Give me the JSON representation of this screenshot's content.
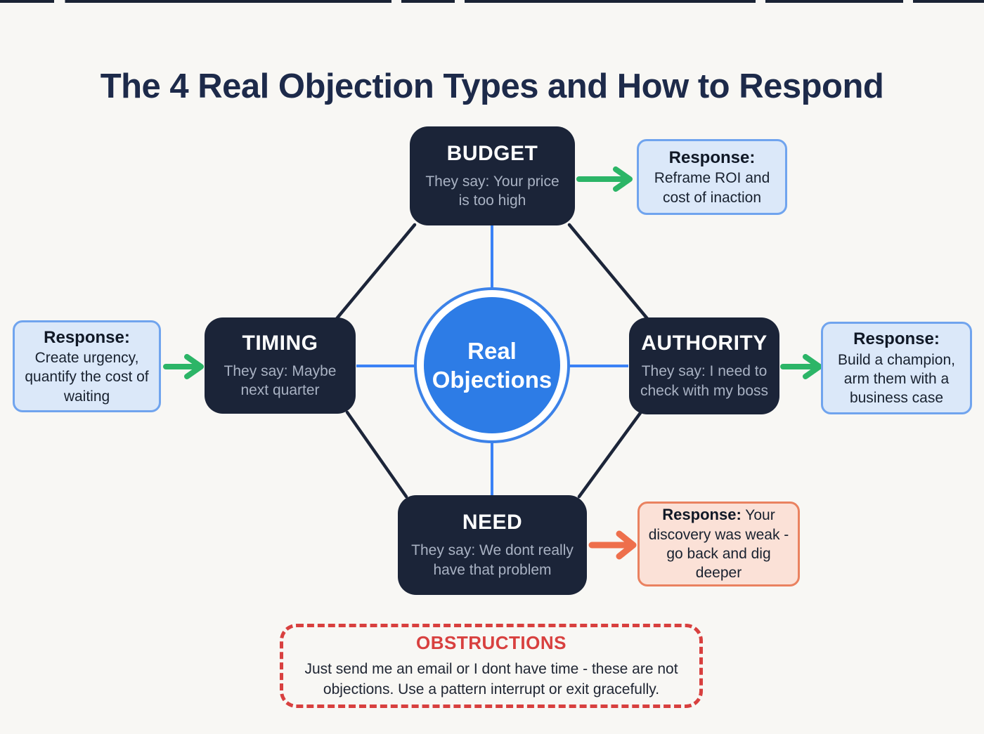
{
  "title": "The 4 Real Objection Types and How to Respond",
  "center": {
    "label": "Real Objections"
  },
  "nodes": {
    "budget": {
      "title": "BUDGET",
      "quote": "They say: Your price is too high"
    },
    "timing": {
      "title": "TIMING",
      "quote": "They say: Maybe next quarter"
    },
    "authority": {
      "title": "AUTHORITY",
      "quote": "They say: I need to check with my boss"
    },
    "need": {
      "title": "NEED",
      "quote": "They say: We dont really have that problem"
    }
  },
  "responses": {
    "budget": {
      "label": "Response:",
      "text": "Reframe ROI and cost of inaction"
    },
    "timing": {
      "label": "Response:",
      "text": "Create urgency, quantify the cost of waiting"
    },
    "authority": {
      "label": "Response:",
      "text": "Build a champion, arm them with a business case"
    },
    "need": {
      "label": "Response:",
      "text": "Your discovery was weak - go back and dig deeper"
    }
  },
  "obstructions": {
    "title": "OBSTRUCTIONS",
    "text": "Just send me an email or I dont have time - these are not objections. Use a pattern interrupt or exit gracefully."
  },
  "colors": {
    "background": "#f8f7f4",
    "navy_box": "#1b2438",
    "title_navy": "#1d2a4a",
    "quote_gray": "#a9b2c3",
    "center_blue": "#2d7ce6",
    "ring_blue": "#3c82e8",
    "spoke_blue": "#3b82f6",
    "light_blue_bg": "#dbe8f9",
    "blue_border": "#70a4ee",
    "green_arrow": "#2cb567",
    "orange_arrow": "#ee6f4c",
    "peach_bg": "#fbe1d7",
    "peach_border": "#ea8260",
    "obstruction_red": "#d8403f"
  }
}
